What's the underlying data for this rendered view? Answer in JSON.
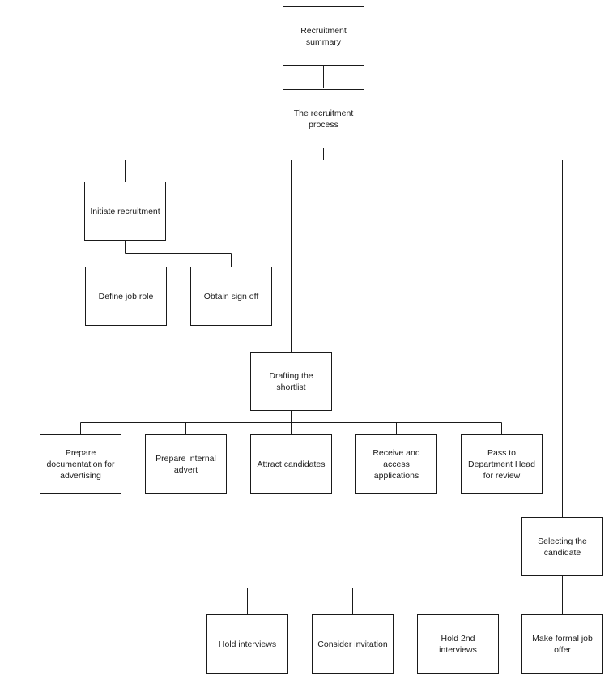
{
  "diagram": {
    "nodes": {
      "recruitment_summary": "Recruitment summary",
      "recruitment_process": "The recruitment process",
      "initiate_recruitment": "Initiate recruitment",
      "define_job_role": "Define job role",
      "obtain_sign_off": "Obtain sign off",
      "drafting_shortlist": "Drafting the shortlist",
      "prepare_documentation": "Prepare documentation for advertising",
      "prepare_internal_advert": "Prepare internal advert",
      "attract_candidates": "Attract candidates",
      "receive_applications": "Receive and access applications",
      "pass_to_department_head": "Pass to Department Head for review",
      "selecting_candidate": "Selecting the candidate",
      "hold_interviews": "Hold interviews",
      "consider_invitation": "Consider invitation",
      "hold_2nd_interviews": "Hold 2nd interviews",
      "make_formal_job_offer": "Make formal job offer"
    },
    "line_color": "#1a1a1a",
    "box_border_color": "#1a1a1a"
  }
}
